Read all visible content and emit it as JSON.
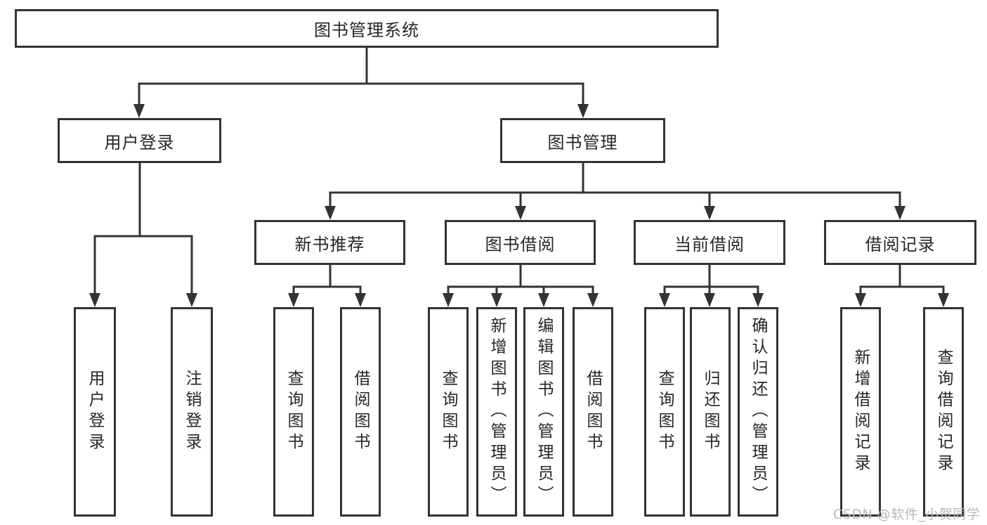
{
  "nodes": {
    "root": "图书管理系统",
    "user_login": "用户登录",
    "book_mgmt": "图书管理",
    "new_books": "新书推荐",
    "book_borrow": "图书借阅",
    "current_borrow": "当前借阅",
    "borrow_records": "借阅记录",
    "user_login_children": {
      "login": "用户登录",
      "logout": "注销登录"
    },
    "new_books_children": {
      "query": "查询图书",
      "borrow": "借阅图书"
    },
    "book_borrow_children": {
      "query": "查询图书",
      "add": "新增图书（管理员）",
      "edit": "编辑图书（管理员）",
      "borrow": "借阅图书"
    },
    "current_borrow_children": {
      "query": "查询图书",
      "return": "归还图书",
      "confirm": "确认归还（管理员）"
    },
    "borrow_records_children": {
      "add": "新增借阅记录",
      "query": "查询借阅记录"
    }
  },
  "watermark": "CSDN @软件_小贺同学",
  "colors": {
    "line": "#333333",
    "text": "#262626",
    "box_background": "#ffffff",
    "page_background": "#ffffff",
    "watermark": "#b9b9b9"
  }
}
